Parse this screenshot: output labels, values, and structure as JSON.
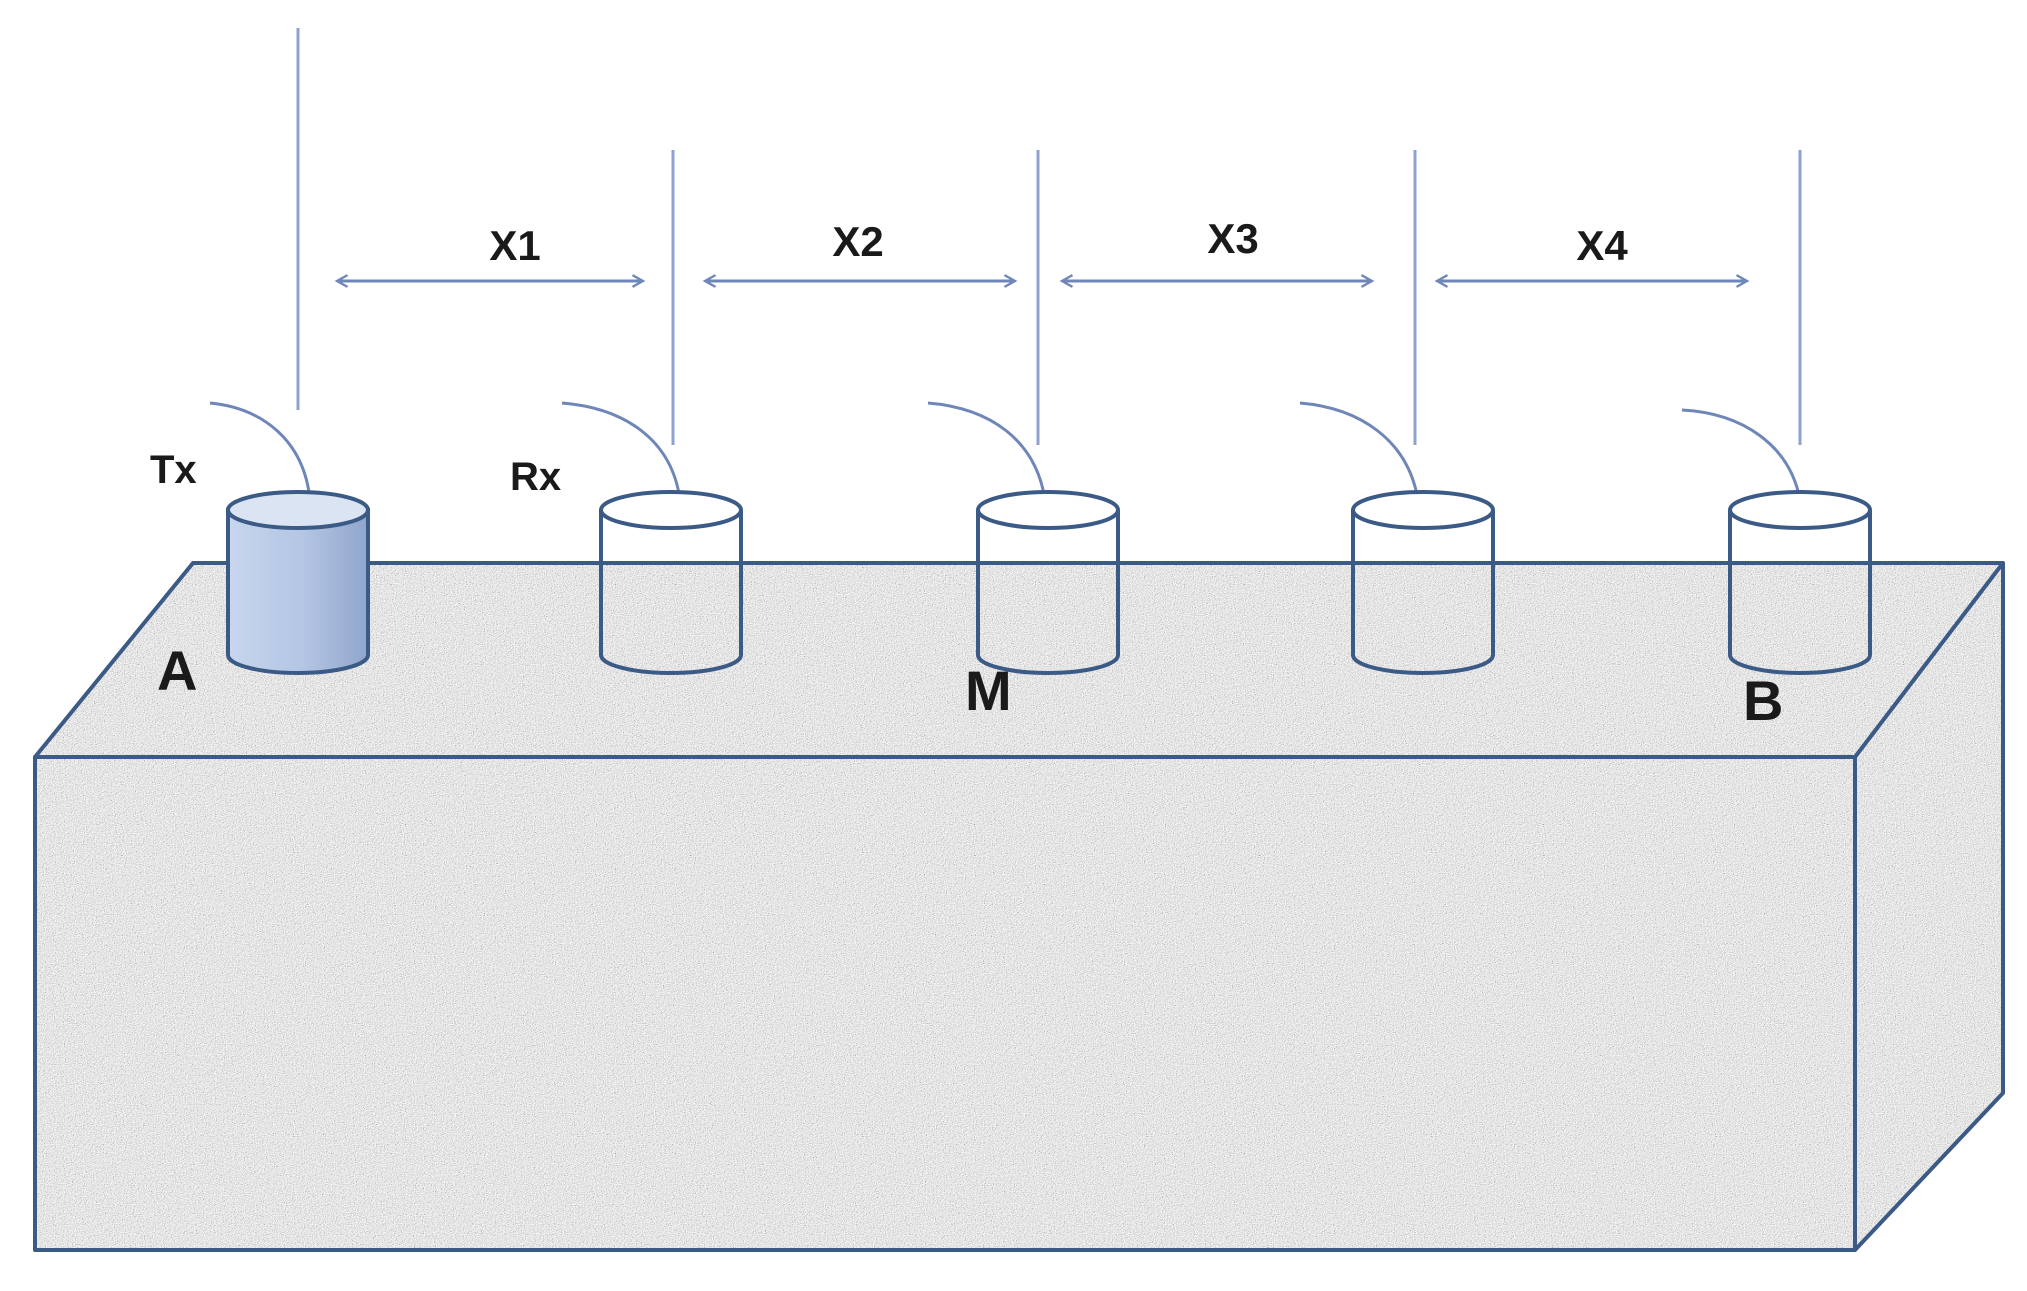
{
  "labels": {
    "transmitter": "Tx",
    "receiver": "Rx",
    "point_a": "A",
    "point_m": "M",
    "point_b": "B"
  },
  "spacings": [
    "X1",
    "X2",
    "X3",
    "X4"
  ],
  "sensors": [
    {
      "role": "transmitter",
      "filled": true
    },
    {
      "role": "receiver",
      "filled": false
    },
    {
      "role": "receiver",
      "filled": false
    },
    {
      "role": "receiver",
      "filled": false
    },
    {
      "role": "receiver",
      "filled": false
    }
  ],
  "colors": {
    "outline": "#3b5a86",
    "guide_line": "#8ea2cc",
    "transmitter_fill": "#b9c9e4",
    "concrete": "#8c8c8c"
  }
}
